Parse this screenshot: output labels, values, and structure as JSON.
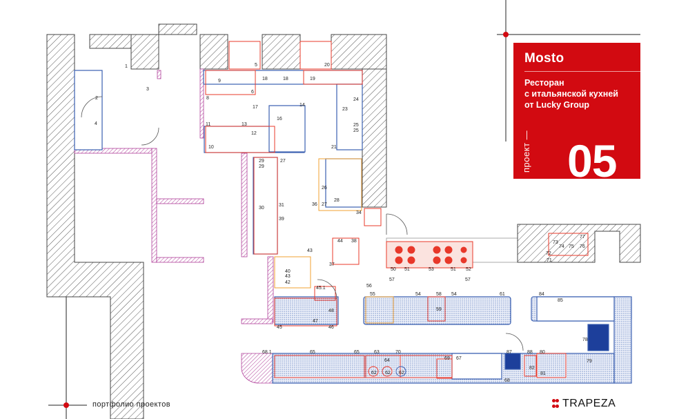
{
  "project": {
    "name": "Mosto",
    "subtitle_lines": [
      "Ресторан",
      "с итальянской кухней",
      "от Lucky Group"
    ],
    "project_label": "проект —",
    "project_number": "05"
  },
  "footer": {
    "portfolio_label": "портфолио проектов",
    "brand": "TRAPEZA"
  },
  "colors": {
    "accent_red": "#d20a11",
    "equipment_red": "#e8382a",
    "counter_blue": "#3a5fb0",
    "partition_magenta": "#b0409a",
    "wall_hatch": "#555555"
  },
  "plan_labels": [
    "1",
    "2",
    "3",
    "4",
    "5",
    "6",
    "8",
    "9",
    "17",
    "18",
    "18",
    "19",
    "20",
    "11",
    "13",
    "14",
    "12",
    "10",
    "16",
    "23",
    "24",
    "25",
    "25",
    "21",
    "27",
    "29",
    "29",
    "26",
    "28",
    "36",
    "27",
    "31",
    "30",
    "39",
    "34",
    "44",
    "38",
    "43",
    "37",
    "40",
    "43",
    "42",
    "45.1",
    "56",
    "55",
    "54",
    "58",
    "54",
    "61",
    "84",
    "85",
    "59",
    "48",
    "47",
    "45",
    "46",
    "50",
    "51",
    "53",
    "51",
    "52",
    "57",
    "57",
    "73",
    "74",
    "75",
    "77",
    "76",
    "72",
    "71",
    "78",
    "68.1",
    "65",
    "65",
    "63",
    "70",
    "64",
    "69",
    "67",
    "62",
    "62",
    "62",
    "87",
    "88",
    "80",
    "82",
    "81",
    "68",
    "79"
  ]
}
